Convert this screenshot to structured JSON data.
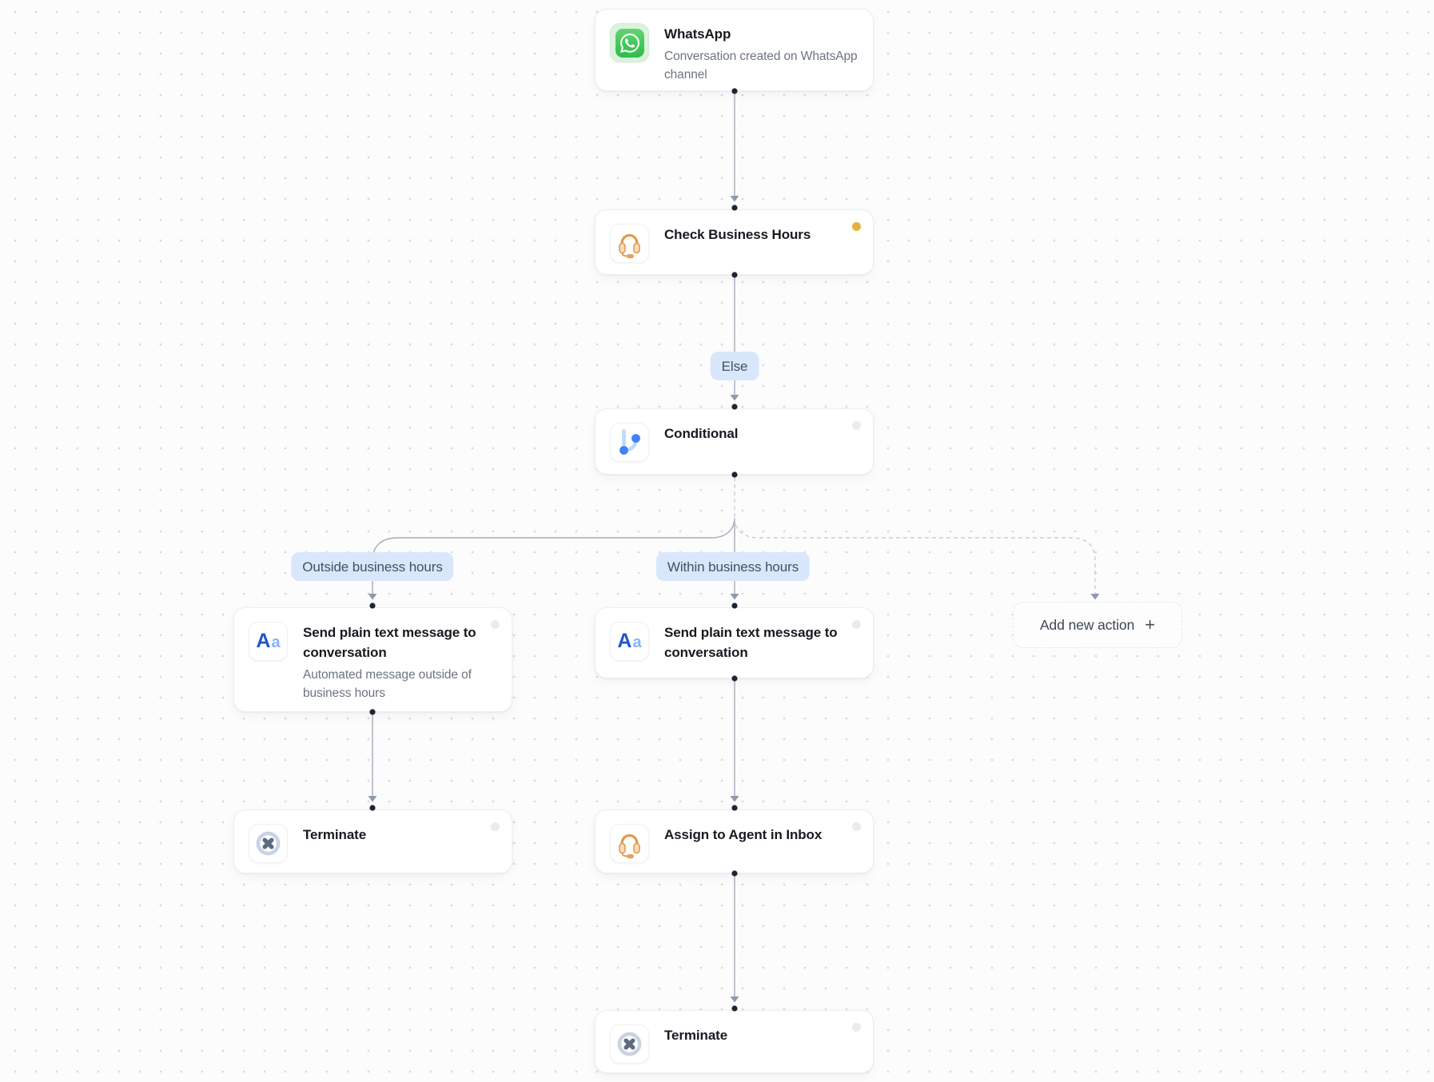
{
  "nodes": {
    "whatsapp": {
      "title": "WhatsApp",
      "subtitle": "Conversation created on WhatsApp channel",
      "icon": "whatsapp-icon"
    },
    "check_hours": {
      "title": "Check Business Hours",
      "icon": "headset-icon",
      "status": "active"
    },
    "conditional": {
      "title": "Conditional",
      "icon": "branch-icon",
      "status": "idle"
    },
    "send_outside": {
      "title": "Send plain text message to conversation",
      "subtitle": "Automated message outside of business hours",
      "icon": "text-message-icon",
      "status": "idle"
    },
    "send_within": {
      "title": "Send plain text message to conversation",
      "icon": "text-message-icon",
      "status": "idle"
    },
    "terminate_left": {
      "title": "Terminate",
      "icon": "terminate-icon",
      "status": "idle"
    },
    "assign_agent": {
      "title": "Assign to Agent in Inbox",
      "icon": "headset-icon",
      "status": "idle"
    },
    "terminate_bottom": {
      "title": "Terminate",
      "icon": "terminate-icon",
      "status": "idle"
    }
  },
  "labels": {
    "else_badge": "Else",
    "branch_outside": "Outside business hours",
    "branch_within": "Within business hours",
    "add_action": "Add new action",
    "add_action_plus": "+"
  },
  "icon_text": {
    "aa_large": "A",
    "aa_small": "a"
  },
  "colors": {
    "whatsapp_green": "#2FBD46",
    "icon_orange": "#E19A4E",
    "accent_blue": "#3F83F8",
    "badge_bg": "#D9E7FC",
    "status_active_yellow": "#E3B341",
    "status_idle_gray": "#E9EBEF",
    "connector_gray": "#A6ABB6"
  }
}
